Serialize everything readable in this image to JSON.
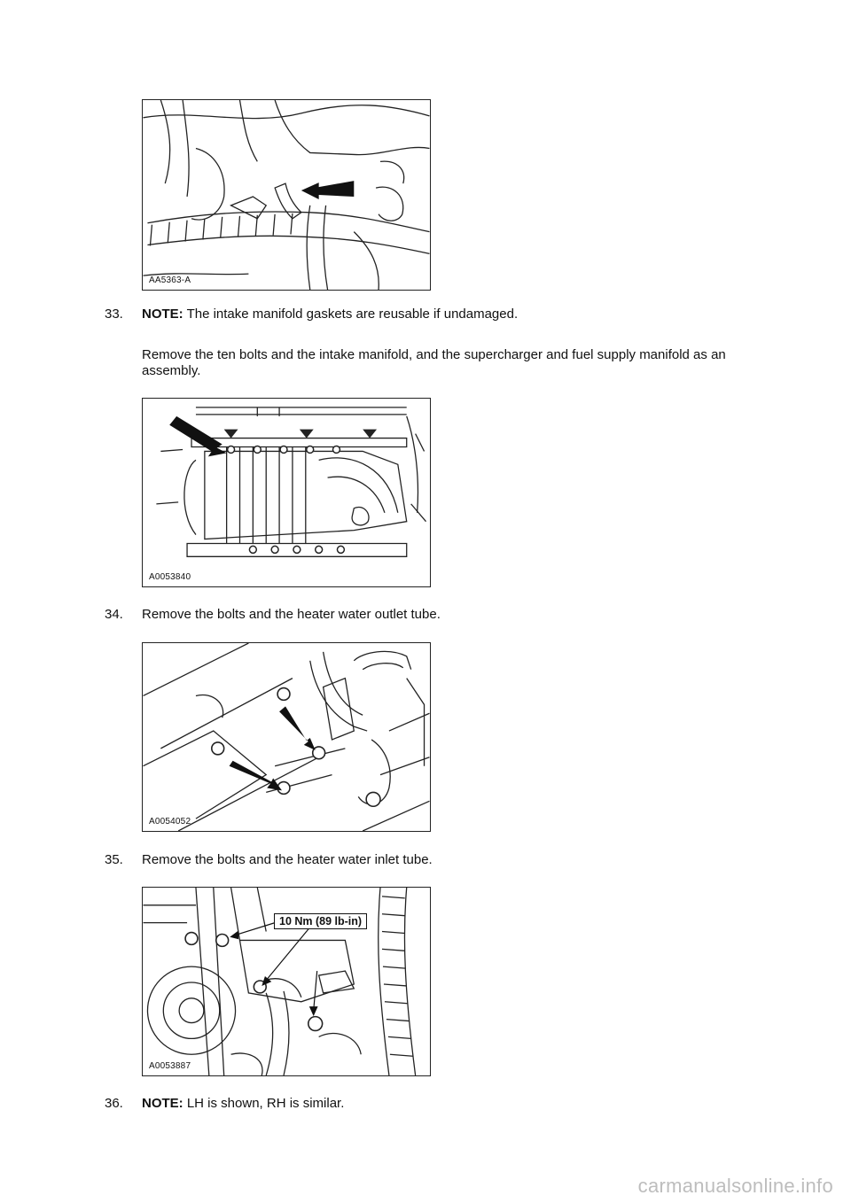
{
  "figures": {
    "fig1": {
      "id": "AA5363-A"
    },
    "fig2": {
      "id": "A0053840"
    },
    "fig3": {
      "id": "A0054052"
    },
    "fig4": {
      "id": "A0053887",
      "callout": "10 Nm (89 lb-in)"
    }
  },
  "steps": {
    "s33": {
      "number": "33.",
      "note_label": "NOTE:",
      "note_text": " The intake manifold gaskets are reusable if undamaged.",
      "instruction": "Remove the ten bolts and the intake manifold, and the supercharger and fuel supply manifold as an assembly."
    },
    "s34": {
      "number": "34.",
      "text": "Remove the bolts and the heater water outlet tube."
    },
    "s35": {
      "number": "35.",
      "text": "Remove the bolts and the heater water inlet tube."
    },
    "s36": {
      "number": "36.",
      "note_label": "NOTE:",
      "note_text": " LH is shown, RH is similar."
    }
  },
  "watermark": "carmanualsonline.info"
}
